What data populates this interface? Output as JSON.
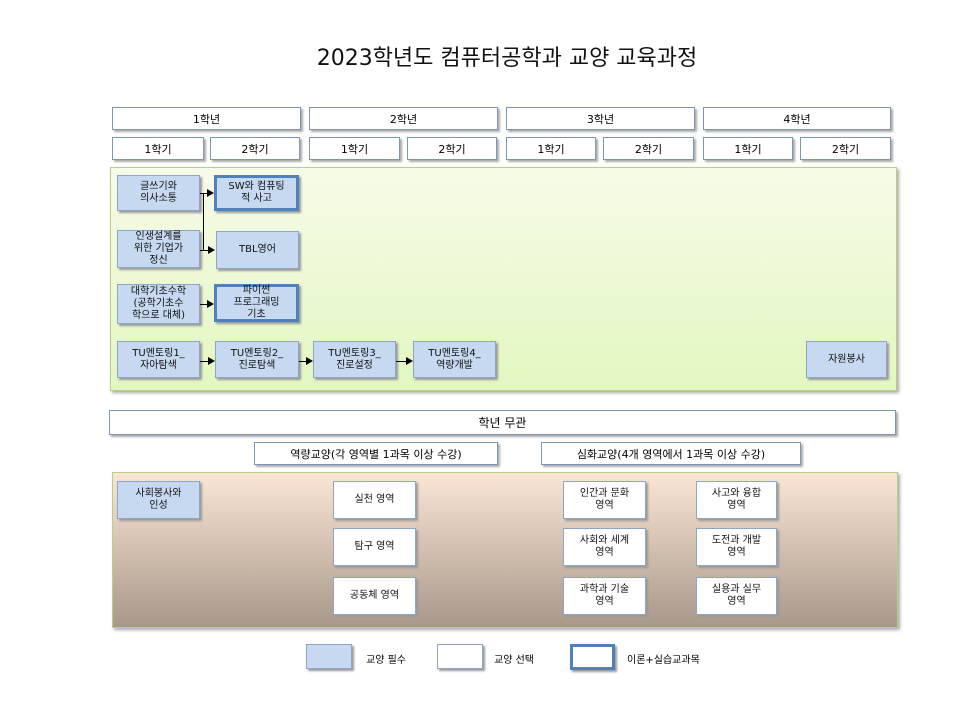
{
  "title": "2023학년도 컴퓨터공학과 교양 교육과정",
  "years": [
    "1학년",
    "2학년",
    "3학년",
    "4학년"
  ],
  "semesters": [
    "1학기",
    "2학기",
    "1학기",
    "2학기",
    "1학기",
    "2학기",
    "1학기",
    "2학기"
  ],
  "courses": {
    "c1": "글쓰기와\n의사소통",
    "c2": "SW와 컴퓨팅\n적 사고",
    "c3": "인생설계를\n위한 기업가\n정신",
    "c4": "TBL영어",
    "c5": "대학기초수학\n(공학기초수\n학으로 대체)",
    "c6": "파이썬\n프로그래밍\n기초",
    "m1": "TU멘토링1_\n자아탐색",
    "m2": "TU멘토링2_\n진로탐색",
    "m3": "TU멘토링3_\n진로설정",
    "m4": "TU멘토링4_\n역량개발",
    "vol": "자원봉사"
  },
  "any_year": "학년 무관",
  "competency_header": "역량교양(각 영역별 1과목 이상 수강)",
  "advanced_header": "심화교양(4개 영역에서 1과목 이상 수강)",
  "bottom": {
    "b1": "사회봉사와\n인성",
    "p1": "실천 영역",
    "p2": "탐구 영역",
    "p3": "공동체 영역",
    "a1": "인간과 문화\n영역",
    "a2": "사고와 융합\n영역",
    "a3": "사회와 세계\n영역",
    "a4": "도전과 개발\n영역",
    "a5": "과학과 기술\n영역",
    "a6": "실용과 실무\n영역"
  },
  "legend": {
    "required": "교양 필수",
    "elective": "교양 선택",
    "practice": "이론+실습교과목"
  },
  "colors": {
    "required": "#c6d9f0",
    "thick_border": "#4f81bd"
  }
}
